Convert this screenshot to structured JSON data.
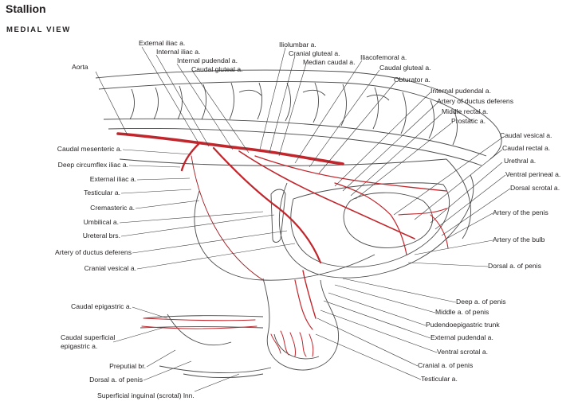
{
  "title": "Stallion",
  "subtitle": "MEDIAL VIEW",
  "colors": {
    "artery": "#c0272d",
    "artery_dark": "#a11c22",
    "outline": "#4a4a4a",
    "leader": "#3a3a3a",
    "text": "#231f20"
  },
  "labels": {
    "aorta": "Aorta",
    "external_iliac_top": "External iliac a.",
    "internal_iliac": "Internal iliac a.",
    "internal_pudendal_top": "Internal pudendal a.",
    "caudal_gluteal_top": "Caudal gluteal a.",
    "iliolumbar": "Iliolumbar a.",
    "cranial_gluteal": "Cranial gluteal a.",
    "median_caudal": "Median caudal a.",
    "iliacofemoral": "Iliacofemoral a.",
    "caudal_gluteal_right": "Caudal gluteal a.",
    "obturator": "Obturator a.",
    "internal_pudendal_right": "Internal pudendal a.",
    "artery_ductus_deferens_right": "Artery of ductus deferens",
    "middle_rectal": "Middle rectal a.",
    "prostatic": "Prostatic a.",
    "caudal_vesical": "Caudal vesical a.",
    "caudal_rectal": "Caudal rectal a.",
    "urethral": "Urethral a.",
    "ventral_perineal": "Ventral perineal a.",
    "dorsal_scrotal": "Dorsal scrotal a.",
    "artery_penis": "Artery of the penis",
    "artery_bulb": "Artery of the bulb",
    "dorsal_penis_right": "Dorsal a. of penis",
    "deep_penis": "Deep a. of penis",
    "middle_penis": "Middle a. of penis",
    "pudendoepigastric": "Pudendoepigastric trunk",
    "external_pudendal": "External pudendal a.",
    "ventral_scrotal": "Ventral scrotal a.",
    "cranial_penis": "Cranial a. of penis",
    "testicular_bottom": "Testicular a.",
    "caudal_mesenteric": "Caudal mesenteric a.",
    "deep_circumflex_iliac": "Deep circumflex iliac a.",
    "external_iliac_left": "External iliac a.",
    "testicular_left": "Testicular a.",
    "cremasteric": "Cremasteric a.",
    "umbilical": "Umbilical a.",
    "ureteral": "Ureteral brs.",
    "artery_ductus_deferens_left": "Artery of ductus deferens",
    "cranial_vesical": "Cranial vesical a.",
    "caudal_epigastric": "Caudal epigastric a.",
    "caudal_superficial_epigastric": "Caudal superficial\nepigastric a.",
    "preputial": "Preputial br.",
    "dorsal_penis_left": "Dorsal a. of penis",
    "superficial_inguinal": "Superficial inguinal (scrotal) lnn."
  }
}
